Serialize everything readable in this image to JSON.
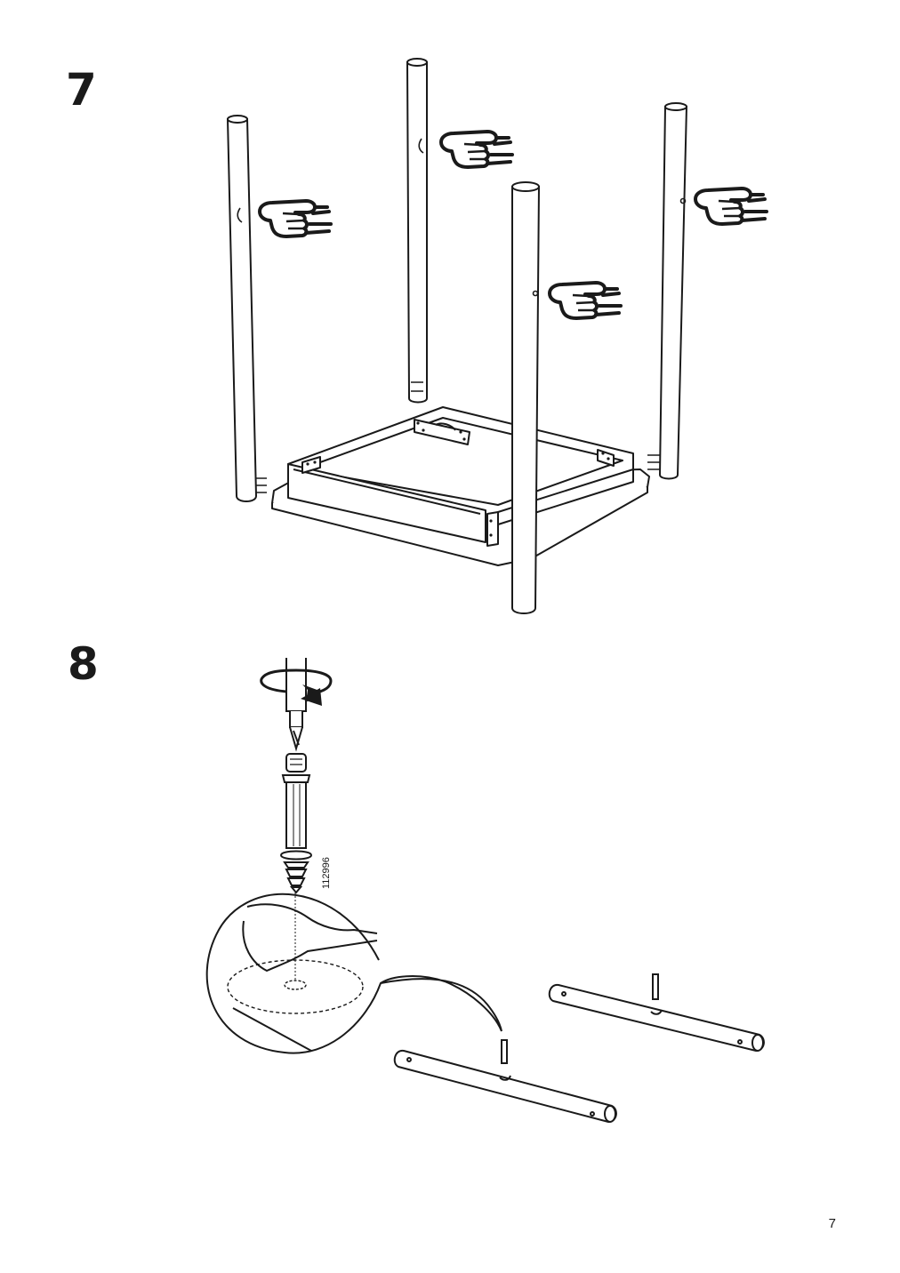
{
  "steps": [
    {
      "number": "7"
    },
    {
      "number": "8"
    }
  ],
  "part_code": "112996",
  "page_number": "7",
  "icons": {
    "pointing_hand": "pointing-hand-icon",
    "rotate_arrow": "rotate-arrow-icon"
  },
  "colors": {
    "ink": "#1a1a1a",
    "paper": "#ffffff"
  }
}
